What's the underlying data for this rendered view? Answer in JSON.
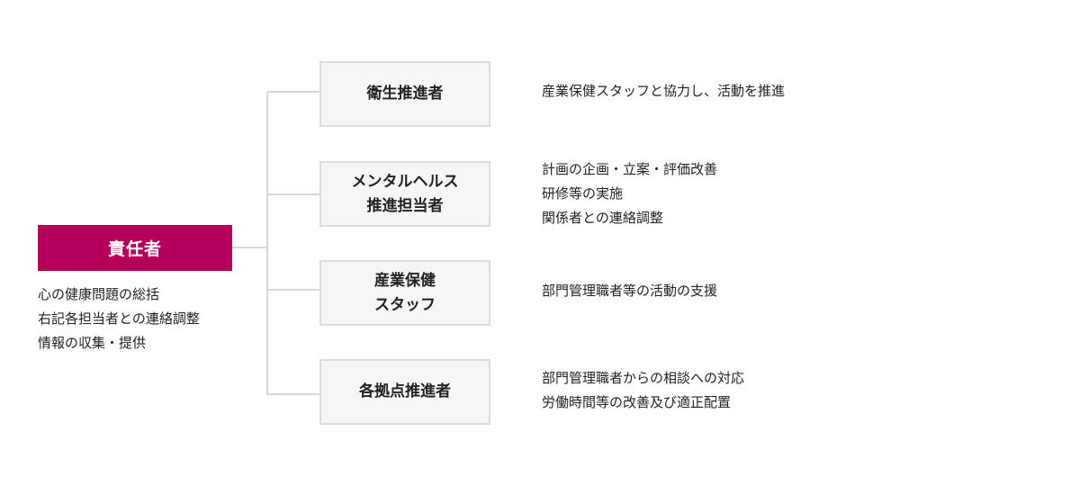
{
  "colors": {
    "accent": "#b5005b",
    "box_fill": "#f6f6f6",
    "box_border": "#dcdcdc",
    "connector": "#cccccc"
  },
  "root": {
    "label": "責任者",
    "description": [
      "心の健康問題の総括",
      "右記各担当者との連絡調整",
      "情報の収集・提供"
    ]
  },
  "roles": [
    {
      "label_lines": [
        "衛生推進者"
      ],
      "description": [
        "産業保健スタッフと協力し、活動を推進"
      ]
    },
    {
      "label_lines": [
        "メンタルヘルス",
        "推進担当者"
      ],
      "description": [
        "計画の企画・立案・評価改善",
        "研修等の実施",
        "関係者との連絡調整"
      ]
    },
    {
      "label_lines": [
        "産業保健",
        "スタッフ"
      ],
      "description": [
        "部門管理職者等の活動の支援"
      ]
    },
    {
      "label_lines": [
        "各拠点推進者"
      ],
      "description": [
        "部門管理職者からの相談への対応",
        "労働時間等の改善及び適正配置"
      ]
    }
  ]
}
